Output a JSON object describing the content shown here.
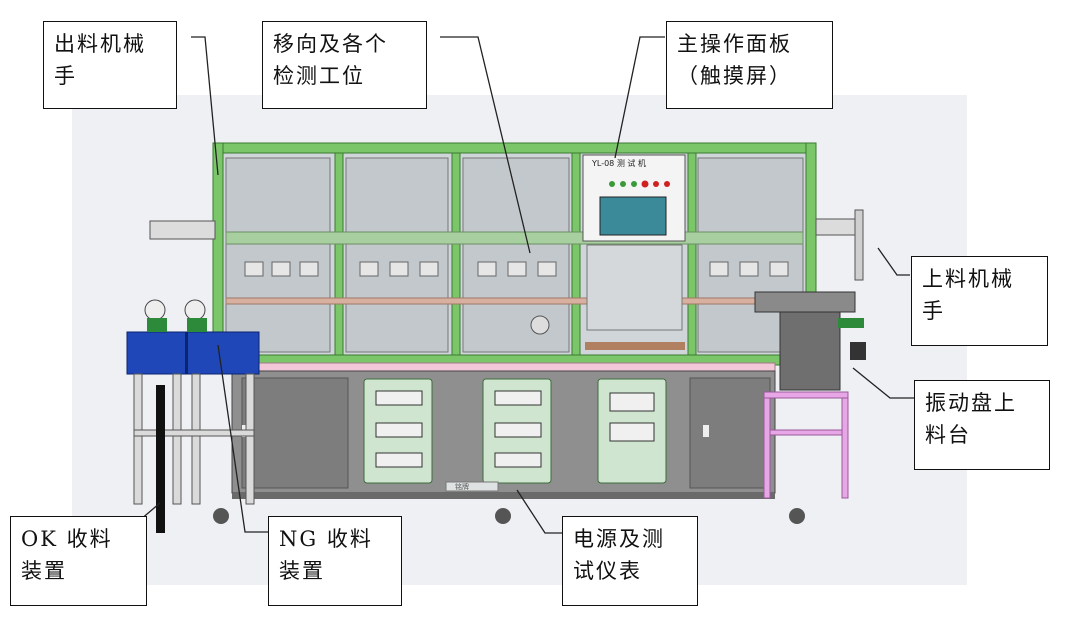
{
  "labels": {
    "out_robot": [
      "出料机械",
      "手"
    ],
    "move_stations": [
      "移向及各个",
      "检测工位"
    ],
    "main_panel": [
      "主操作面板",
      "（触摸屏）"
    ],
    "in_robot": [
      "上料机械",
      "手"
    ],
    "vibration": [
      "振动盘上",
      "料台"
    ],
    "ok_bin": [
      "OK 收料",
      "装置"
    ],
    "ng_bin": [
      "NG 收料",
      "装置"
    ],
    "power_meter": [
      "电源及测",
      "试仪表"
    ]
  },
  "machine": {
    "panel_title": "YL-08 测 试 机",
    "nameplate": "铭牌"
  },
  "colors": {
    "frame_green": "#7cc66a",
    "blue_box": "#1f47b8",
    "cabinet_grey": "#8f8f8f",
    "cabinet_door_green": "#cfe5cf",
    "pink_stand": "#e7a7e7",
    "backdrop": "#eef0f4"
  }
}
